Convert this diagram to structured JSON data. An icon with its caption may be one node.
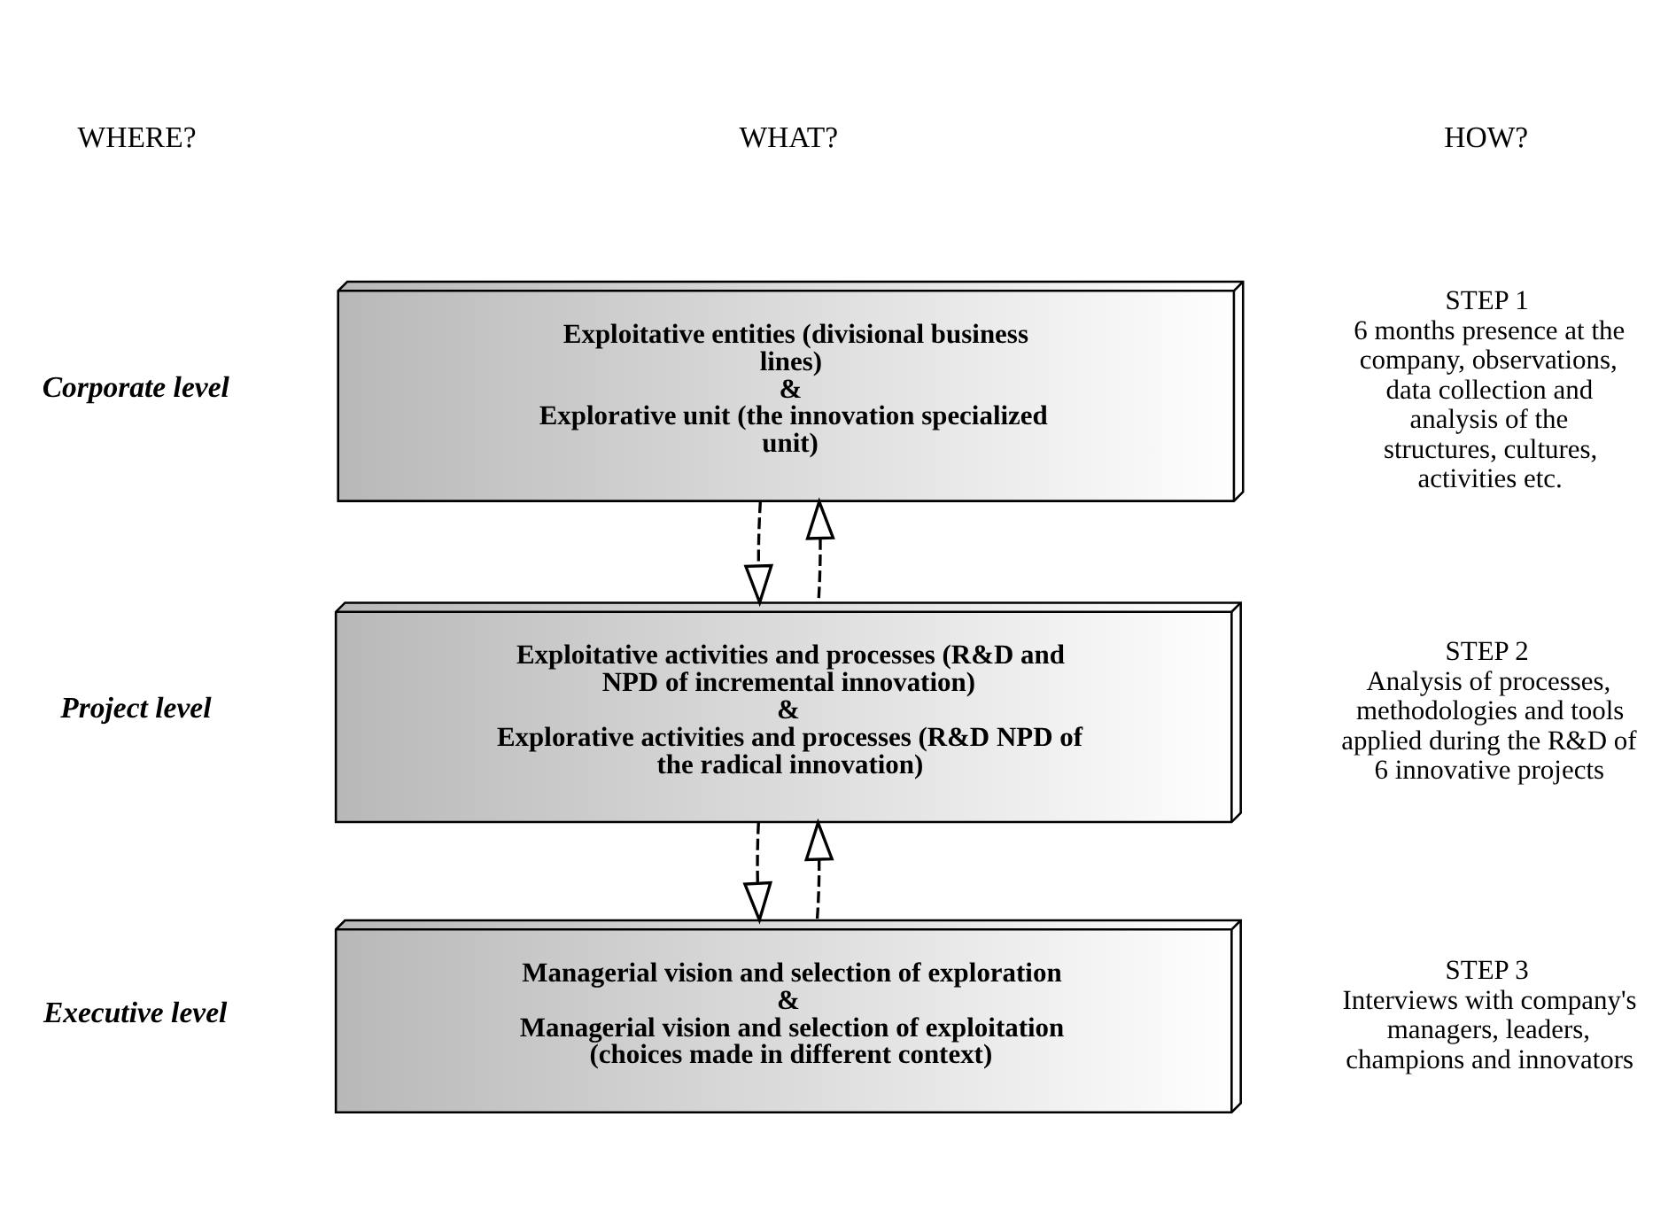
{
  "diagram": {
    "nodes": [
      {
        "text": [
          "Exploitative entities (divisional business lines)",
          "&",
          "Explorative unit (the innovation specialized unit)"
        ]
      },
      {
        "text": [
          "Exploitative activities and processes (R&D and NPD of incremental innovation)",
          "&",
          "Explorative activities and processes (R&D NPD of the radical innovation)"
        ]
      },
      {
        "text": [
          "Managerial vision and selection of exploration",
          "&",
          "Managerial vision and selection of exploitation (choices made in different context)"
        ]
      }
    ],
    "edges": [
      {
        "from": 0,
        "to": 1,
        "arrow": "to",
        "style": "dashed"
      },
      {
        "from": 1,
        "to": 0,
        "arrow": "to",
        "style": "dashed"
      },
      {
        "from": 1,
        "to": 2,
        "arrow": "to",
        "style": "dashed"
      },
      {
        "from": 2,
        "to": 1,
        "arrow": "to",
        "style": "dashed"
      }
    ],
    "labels": [
      "WHERE?",
      "WHAT?",
      "HOW?",
      "Corporate level",
      "STEP 1",
      "6 months presence at the company, observations, data collection and analysis of the structures, cultures, activities etc.",
      "Project level",
      "STEP 2",
      "Analysis of processes, methodologies and tools applied during the R&D of 6 innovative projects",
      "Executive level",
      "STEP 3",
      "Interviews with company's managers, leaders, champions and innovators"
    ]
  }
}
